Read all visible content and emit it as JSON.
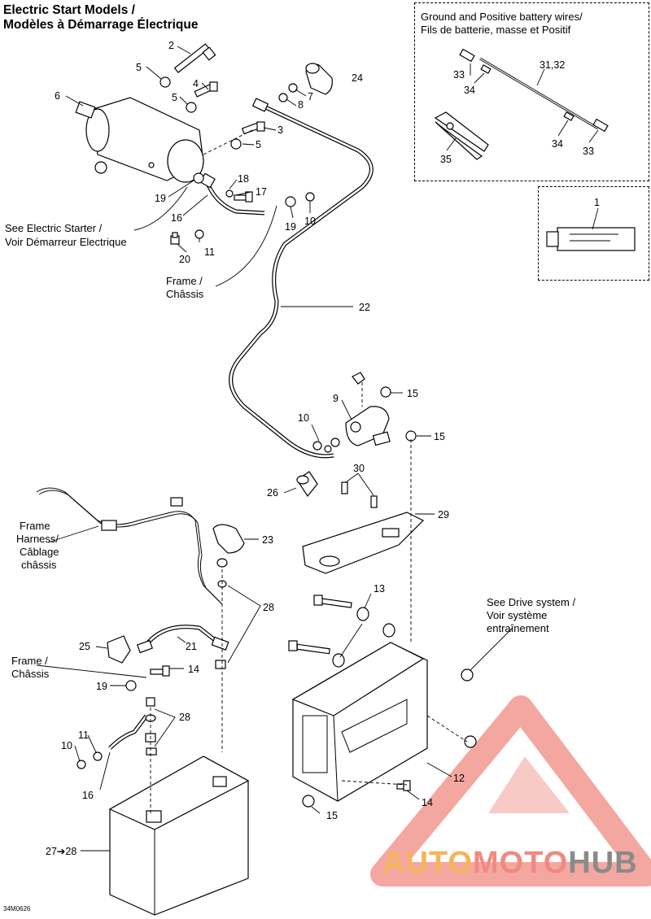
{
  "title": {
    "line1": "Electric Start Models /",
    "line2": "Modèles à Démarrage Électrique"
  },
  "battery_wires_panel": {
    "line1": "Ground and Positive battery wires/",
    "line2": "Fils de batterie, masse et Positif"
  },
  "notes": {
    "see_electric_starter_1": "See Electric Starter /",
    "see_electric_starter_2": "Voir Démarreur Electrique",
    "frame_upper_1": "Frame /",
    "frame_upper_2": "Châssis",
    "frame_harness_1": "Frame",
    "frame_harness_2": "Harness/",
    "frame_harness_3": "Câblage",
    "frame_harness_4": "châssis",
    "frame_lower_1": "Frame /",
    "frame_lower_2": "Châssis",
    "see_drive_1": "See Drive system /",
    "see_drive_2": "Voir système",
    "see_drive_3": "entraînement"
  },
  "callouts": {
    "c1": "1",
    "c2": "2",
    "c3": "3",
    "c4": "4",
    "c5a": "5",
    "c5b": "5",
    "c5c": "5",
    "c6": "6",
    "c7": "7",
    "c8": "8",
    "c9": "9",
    "c10a": "10",
    "c10b": "10",
    "c10c": "10",
    "c11a": "11",
    "c11b": "11",
    "c12": "12",
    "c13": "13",
    "c14a": "14",
    "c14b": "14",
    "c15a": "15",
    "c15b": "15",
    "c15c": "15",
    "c16a": "16",
    "c16b": "16",
    "c17": "17",
    "c18": "18",
    "c19a": "19",
    "c19b": "19",
    "c19c": "19",
    "c20": "20",
    "c21": "21",
    "c22": "22",
    "c23": "23",
    "c24": "24",
    "c25": "25",
    "c26": "26",
    "c27": "27➔28",
    "c28a": "28",
    "c28b": "28",
    "c29": "29",
    "c30": "30",
    "c31": "31,32",
    "c33a": "33",
    "c33b": "33",
    "c34a": "34",
    "c34b": "34",
    "c35": "35"
  },
  "figure_code": "34M0626",
  "watermark": {
    "part1": "AUTO",
    "part2": "MOTO",
    "part3": "HUB",
    "color_orange": "#f5b45a",
    "color_red": "#f08a80",
    "color_gray": "#8a8a8a"
  }
}
